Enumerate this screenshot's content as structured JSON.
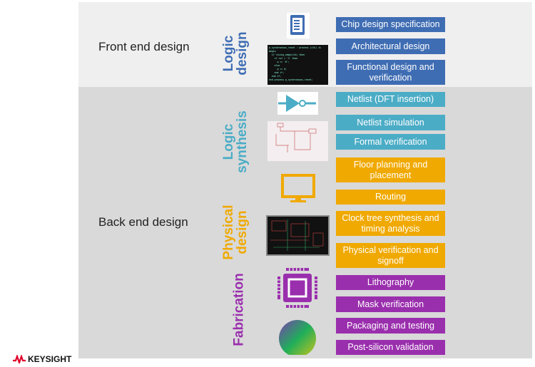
{
  "phases": {
    "front": "Front end design",
    "back": "Back end design"
  },
  "stages": {
    "logic_design": [
      "Logic",
      "design"
    ],
    "logic_synthesis": [
      "Logic",
      "synthesis"
    ],
    "physical_design": [
      "Physical",
      "design"
    ],
    "fabrication": [
      "Fabrication"
    ]
  },
  "steps": {
    "logic_design": [
      "Chip design specification",
      "Architectural design",
      "Functional design and verification"
    ],
    "logic_synthesis": [
      "Netlist (DFT insertion)",
      "Netlist simulation",
      "Formal verification"
    ],
    "physical_design": [
      "Floor planning and placement",
      "Routing",
      "Clock tree synthesis and timing analysis",
      "Physical verification and signoff"
    ],
    "fabrication": [
      "Lithography",
      "Mask verification",
      "Packaging and testing",
      "Post-silicon validation"
    ]
  },
  "code_snippet": "p_synchronous_reset : process (clk) is\nbegin\n  if rising_edge(clk) then\n    if rst = '1' then\n      q <= '0';\n    else\n      q <= d;\n    end if;\n  end if;\nend process p_synchronous_reset;",
  "logo": "KEYSIGHT",
  "colors": {
    "blue": "#3f6db3",
    "teal": "#4bacc6",
    "orange": "#f0a900",
    "purple": "#9a2fad"
  }
}
